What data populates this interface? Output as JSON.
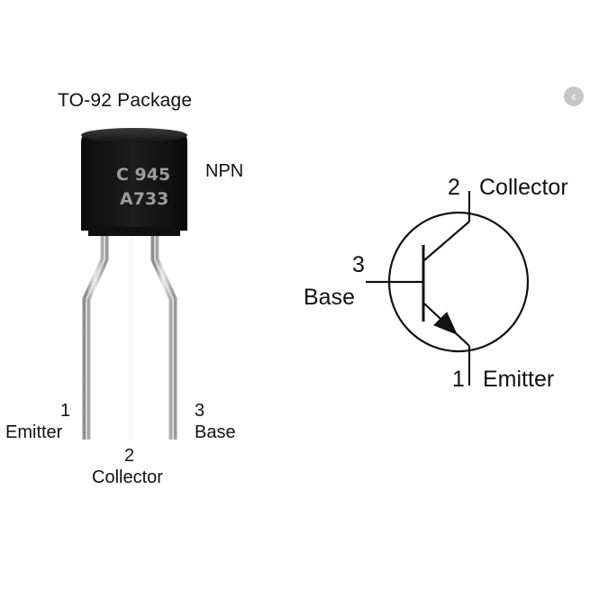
{
  "package": {
    "title": "TO-92 Package",
    "type": "NPN",
    "marking_line1": "C 945",
    "marking_line2": "A733"
  },
  "package_pins": [
    {
      "number": "1",
      "name": "Emitter"
    },
    {
      "number": "2",
      "name": "Collector"
    },
    {
      "number": "3",
      "name": "Base"
    }
  ],
  "symbol": {
    "collector": {
      "number": "2",
      "name": "Collector"
    },
    "base": {
      "number": "3",
      "name": "Base"
    },
    "emitter": {
      "number": "1",
      "name": "Emitter"
    }
  },
  "nav": {
    "prev_icon": "chevron-left-icon",
    "prev_glyph": "‹"
  },
  "colors": {
    "body": "#141414",
    "leads": "#b9b9b9",
    "marking": "#9c9c9c",
    "ink": "#111111"
  }
}
